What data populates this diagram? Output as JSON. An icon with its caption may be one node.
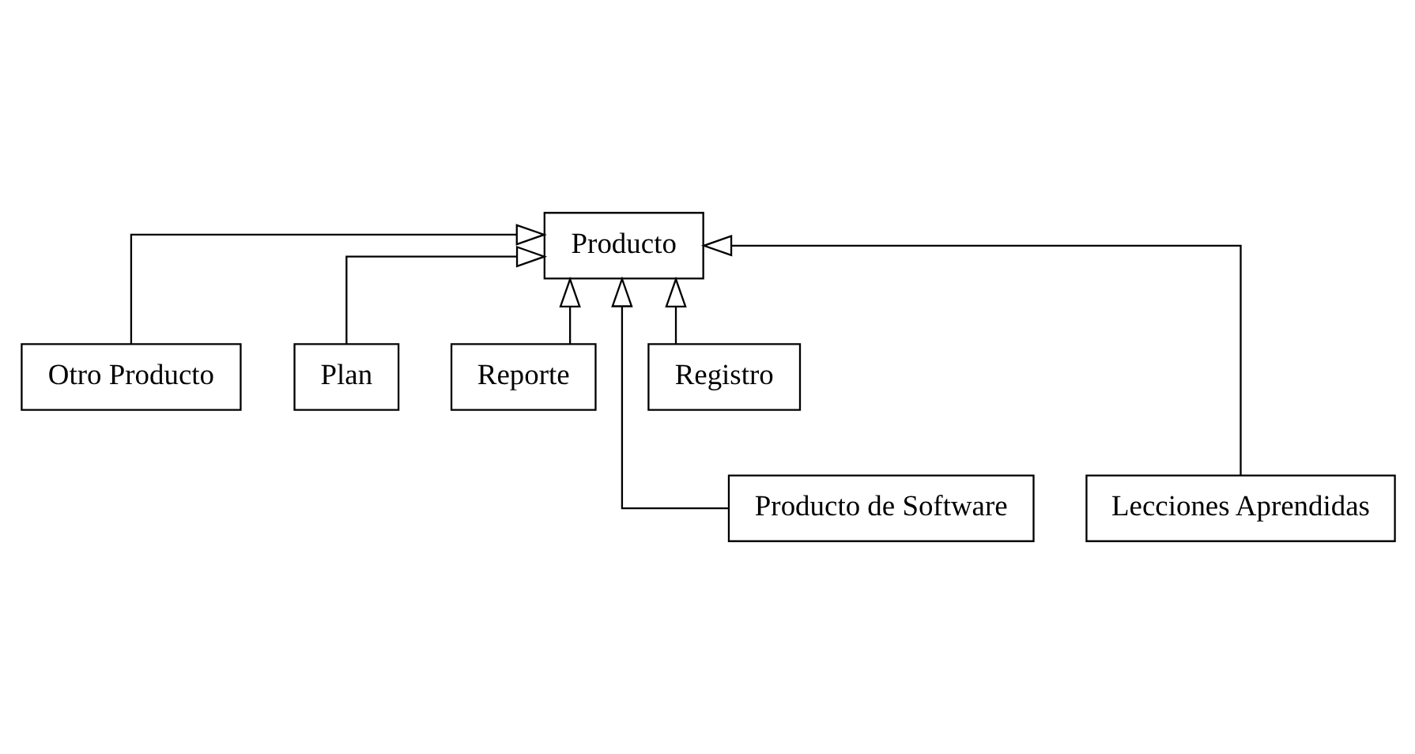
{
  "diagram": {
    "nodes": [
      {
        "text": [
          "Producto"
        ]
      },
      {
        "text": [
          "Otro Producto"
        ]
      },
      {
        "text": [
          "Plan"
        ]
      },
      {
        "text": [
          "Reporte"
        ]
      },
      {
        "text": [
          "Registro"
        ]
      },
      {
        "text": [
          "Producto de Software"
        ]
      },
      {
        "text": [
          "Lecciones Aprendidas"
        ]
      }
    ],
    "edges": [
      {
        "from": 5,
        "to": 0,
        "arrow": "to"
      },
      {
        "from": 1,
        "to": 0,
        "arrow": "to"
      },
      {
        "from": 2,
        "to": 0,
        "arrow": "to"
      },
      {
        "from": 3,
        "to": 0,
        "arrow": "to"
      },
      {
        "from": 4,
        "to": 0,
        "arrow": "to"
      },
      {
        "from": 6,
        "to": 0,
        "arrow": "to"
      }
    ]
  }
}
